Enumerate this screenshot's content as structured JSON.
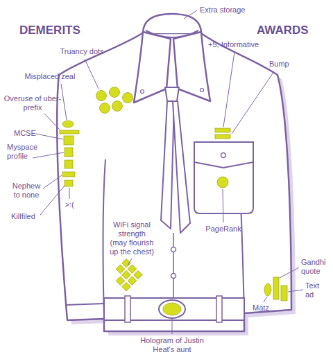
{
  "diagram": {
    "labels": [
      "Extra storage",
      "DEMERITS",
      "AWARDS",
      "Truancy dots",
      "+5, Informative",
      "Bump",
      "Misplaced zeal",
      "Overuse of uber- prefix",
      "MCSE",
      "Myspace profile",
      "Nephew to none",
      "Killfiled",
      ">:(",
      "PageRank",
      "WiFi signal strength (may flourish up the chest)",
      "Gandhi quote",
      "Text ad",
      "Matz",
      "Hologram of Justin Heat's aunt"
    ]
  }
}
